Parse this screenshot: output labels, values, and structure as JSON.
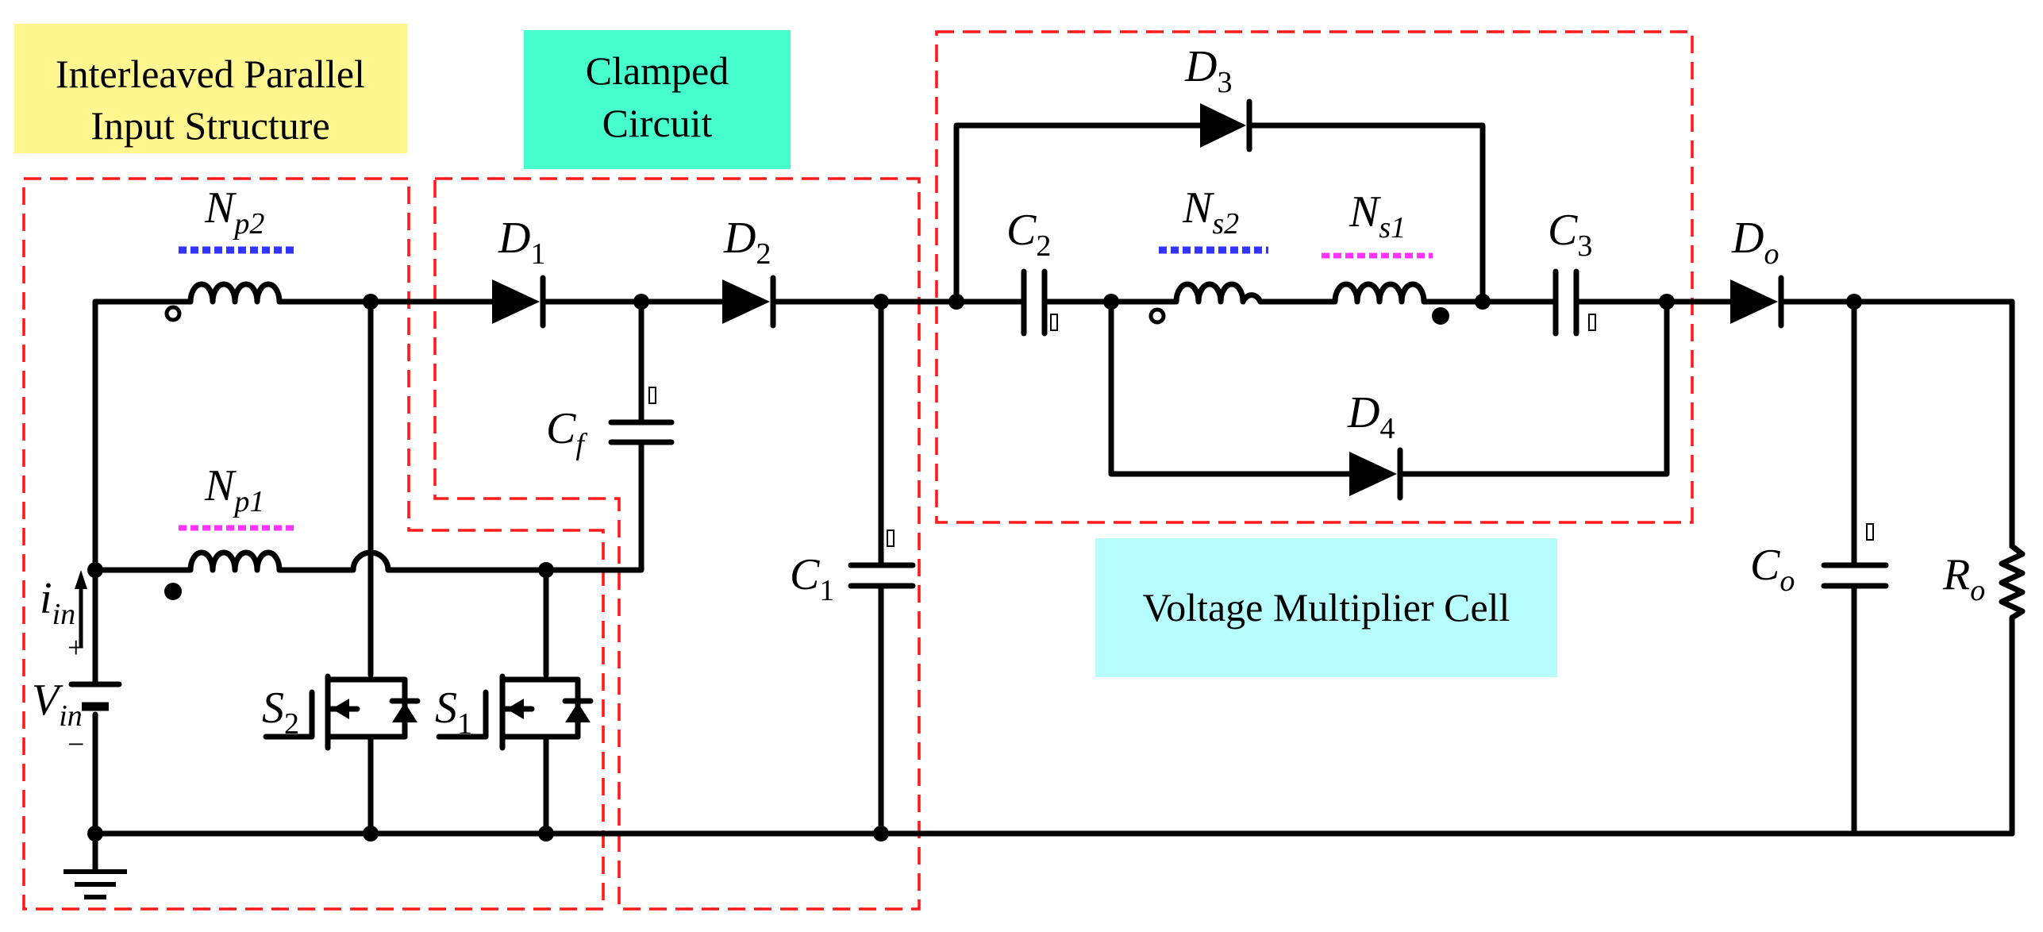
{
  "colors": {
    "wire": "#000000",
    "block_border": "#ff1a1a",
    "input_label_bg": "#fff68f",
    "clamp_label_bg": "#45fecb",
    "vmc_label_bg": "#b7fdfd",
    "winding_blue": "#3333ff",
    "winding_magenta": "#ff33ff"
  },
  "blocks": {
    "input": {
      "line1": "Interleaved Parallel",
      "line2": "Input Structure"
    },
    "clamp": {
      "line1": "Clamped",
      "line2": "Circuit"
    },
    "vmc": {
      "label": "Voltage Multiplier Cell"
    }
  },
  "windings": {
    "np2": {
      "main": "N",
      "sub": "p2"
    },
    "np1": {
      "main": "N",
      "sub": "p1"
    },
    "ns2": {
      "main": "N",
      "sub": "s2"
    },
    "ns1": {
      "main": "N",
      "sub": "s1"
    }
  },
  "diodes": {
    "d1": {
      "main": "D",
      "sub": "1"
    },
    "d2": {
      "main": "D",
      "sub": "2"
    },
    "d3": {
      "main": "D",
      "sub": "3"
    },
    "d4": {
      "main": "D",
      "sub": "4"
    },
    "do": {
      "main": "D",
      "sub": "o"
    }
  },
  "capacitors": {
    "cf": {
      "main": "C",
      "sub": "f"
    },
    "c1": {
      "main": "C",
      "sub": "1"
    },
    "c2": {
      "main": "C",
      "sub": "2"
    },
    "c3": {
      "main": "C",
      "sub": "3"
    },
    "co": {
      "main": "C",
      "sub": "o"
    }
  },
  "switches": {
    "s1": {
      "main": "S",
      "sub": "1"
    },
    "s2": {
      "main": "S",
      "sub": "2"
    }
  },
  "source": {
    "current": {
      "main": "i",
      "sub": "in"
    },
    "voltage": {
      "main": "V",
      "sub": "in"
    },
    "plus": "+",
    "minus": "−"
  },
  "load": {
    "main": "R",
    "sub": "o"
  }
}
